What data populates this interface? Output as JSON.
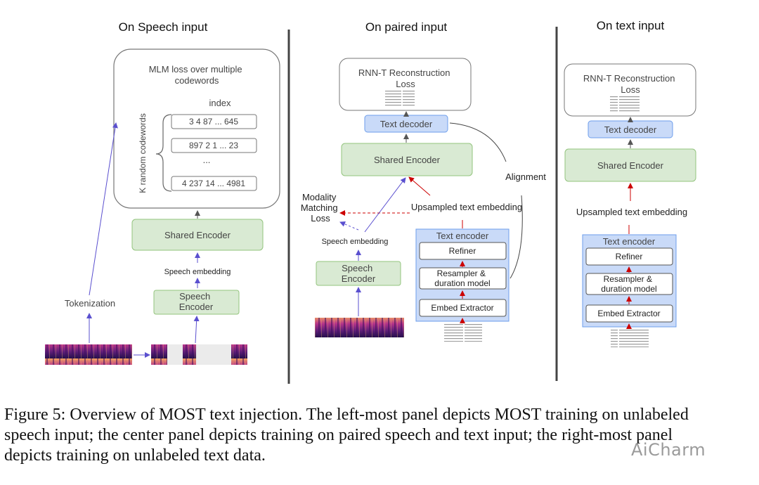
{
  "panels": {
    "left": {
      "title": "On Speech input",
      "mlm_box": "MLM loss over multiple\ncodewords",
      "index_label": "index",
      "vertical_label": "K random codewords",
      "codewords": [
        "3 4 87 ... 645",
        "897 2 1 ... 23",
        "...",
        "4 237 14 ... 4981"
      ],
      "shared_encoder": "Shared Encoder",
      "speech_embedding": "Speech embedding",
      "speech_encoder": "Speech\nEncoder",
      "tokenization": "Tokenization"
    },
    "center": {
      "title": "On paired input",
      "rnnt_loss": "RNN-T Reconstruction\nLoss",
      "text_decoder": "Text decoder",
      "shared_encoder": "Shared Encoder",
      "alignment": "Alignment",
      "modality_loss": "Modality\nMatching\nLoss",
      "upsampled": "Upsampled text embedding",
      "speech_embedding": "Speech embedding",
      "speech_encoder": "Speech\nEncoder",
      "text_encoder": "Text encoder",
      "refiner": "Refiner",
      "resampler": "Resampler &\nduration model",
      "embed_extractor": "Embed Extractor"
    },
    "right": {
      "title": "On text input",
      "rnnt_loss": "RNN-T Reconstruction\nLoss",
      "text_decoder": "Text decoder",
      "shared_encoder": "Shared Encoder",
      "upsampled": "Upsampled text embedding",
      "text_encoder": "Text encoder",
      "refiner": "Refiner",
      "resampler": "Resampler &\nduration model",
      "embed_extractor": "Embed Extractor"
    }
  },
  "caption": "Figure 5: Overview of MOST text injection. The left-most panel depicts MOST training on unlabeled\nspeech input; the center panel depicts training on paired speech and text input; the right-most panel\ndepicts training on unlabeled text data.",
  "watermark": "AiCharm",
  "colors": {
    "green_fill": "#d9ead3",
    "green_stroke": "#93c47d",
    "blue_fill": "#c9daf8",
    "blue_stroke": "#6d9eeb",
    "arrow_purple": "#6a5acd",
    "arrow_red": "#cc0000",
    "divider": "#444444"
  }
}
